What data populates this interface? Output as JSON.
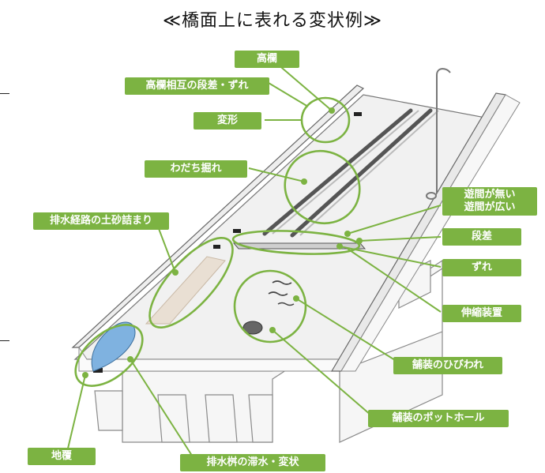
{
  "title": "≪橋面上に表れる変状例≫",
  "colors": {
    "accent": "#7cb342",
    "water": "#7fb2e0"
  },
  "labels": {
    "koran": "高欄",
    "koran_sogo": "高欄相互の段差・ずれ",
    "henkei": "変形",
    "wadachi": "わだち掘れ",
    "haisui_keiro": "排水経路の土砂詰まり",
    "yukan_1": "遊間が無い",
    "yukan_2": "遊間が広い",
    "dansa": "段差",
    "zure": "ずれ",
    "shinshuku": "伸縮装置",
    "hibiware": "舗装のひびわれ",
    "pothole": "舗装のポットホール",
    "jifuku": "地覆",
    "haisui_masu": "排水桝の滞水・変状"
  }
}
